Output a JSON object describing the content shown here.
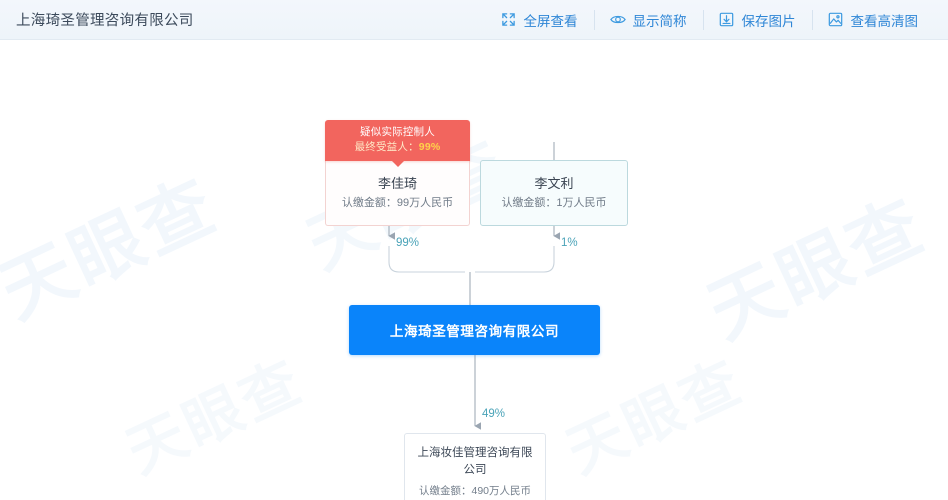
{
  "header": {
    "title": "上海琦圣管理咨询有限公司",
    "tools": [
      {
        "icon": "fullscreen-icon",
        "label": "全屏查看"
      },
      {
        "icon": "eye-icon",
        "label": "显示简称"
      },
      {
        "icon": "download-icon",
        "label": "保存图片"
      },
      {
        "icon": "image-icon",
        "label": "查看高清图"
      }
    ]
  },
  "watermark": {
    "text": "天眼查"
  },
  "colors": {
    "accent_blue": "#0a84fa",
    "controller_red": "#f2655e",
    "edge_gray": "#9aa5b1",
    "edge_label_teal": "#4aa3b8",
    "highlight_yellow": "#ffd24a"
  },
  "graph": {
    "nodes": {
      "controller": {
        "badge_line1": "疑似实际控制人",
        "badge_line2_prefix": "最终受益人：",
        "badge_line2_value": "99%",
        "name": "李佳琦",
        "subtitle": "认缴金额：99万人民币"
      },
      "shareholder2": {
        "name": "李文利",
        "subtitle": "认缴金额：1万人民币"
      },
      "company_main": {
        "name": "上海琦圣管理咨询有限公司"
      },
      "company_sub": {
        "name": "上海妆佳管理咨询有限公司",
        "subtitle": "认缴金额：490万人民币"
      }
    },
    "edges": [
      {
        "from": "controller",
        "to": "company_main",
        "label": "99%"
      },
      {
        "from": "shareholder2",
        "to": "company_main",
        "label": "1%"
      },
      {
        "from": "company_main",
        "to": "company_sub",
        "label": "49%"
      }
    ]
  }
}
